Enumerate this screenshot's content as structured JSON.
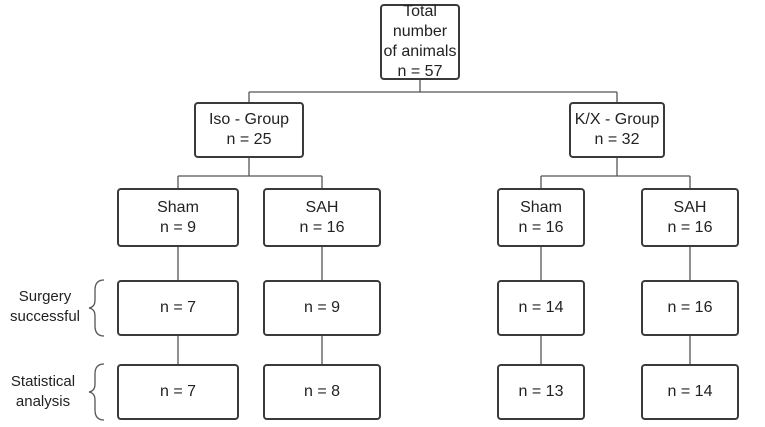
{
  "root": {
    "line1": "Total number",
    "line2": "of animals",
    "count": "n = 57"
  },
  "groups": [
    {
      "title": "Iso - Group",
      "count": "n = 25",
      "arms": [
        {
          "title": "Sham",
          "count": "n = 9",
          "surgery": "n = 7",
          "statistical": "n = 7"
        },
        {
          "title": "SAH",
          "count": "n = 16",
          "surgery": "n = 9",
          "statistical": "n = 8"
        }
      ]
    },
    {
      "title": "K/X - Group",
      "count": "n = 32",
      "arms": [
        {
          "title": "Sham",
          "count": "n = 16",
          "surgery": "n = 14",
          "statistical": "n = 13"
        },
        {
          "title": "SAH",
          "count": "n = 16",
          "surgery": "n = 16",
          "statistical": "n = 14"
        }
      ]
    }
  ],
  "stage_labels": {
    "surgery": {
      "line1": "Surgery",
      "line2": "successful"
    },
    "statistical": {
      "line1": "Statistical",
      "line2": "analysis"
    }
  }
}
